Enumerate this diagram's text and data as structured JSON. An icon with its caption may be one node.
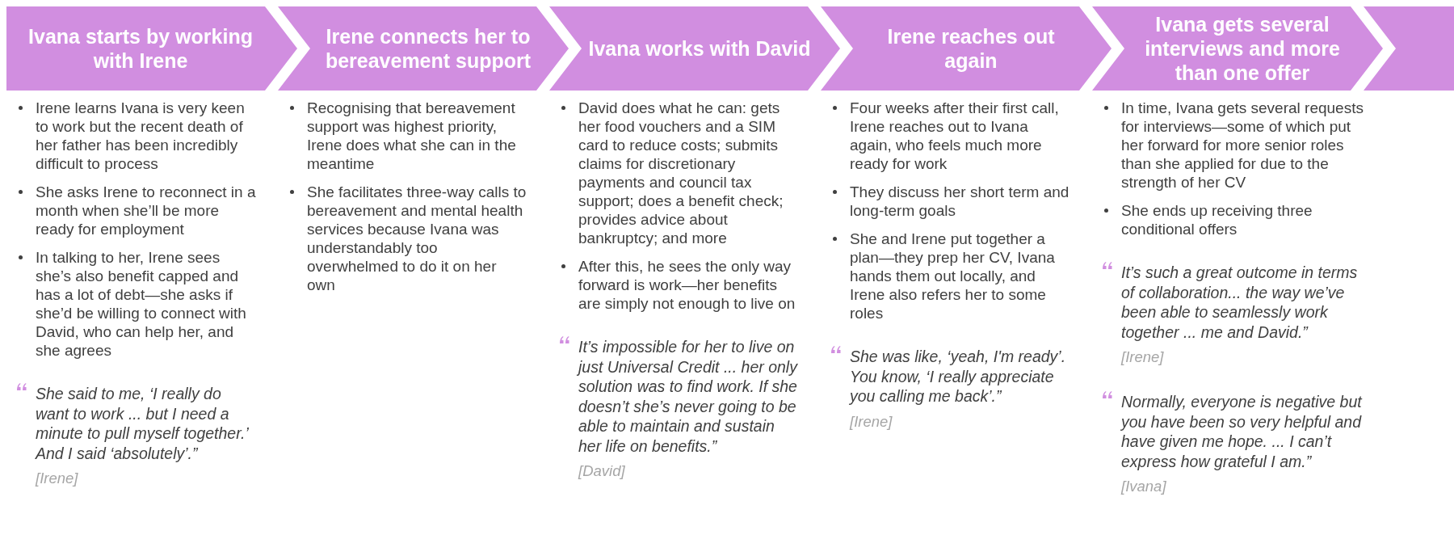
{
  "diagram": {
    "nodes": [
      {
        "text": [
          "Ivana starts by working with Irene"
        ]
      },
      {
        "text": [
          "Irene connects her to bereavement support"
        ]
      },
      {
        "text": [
          "Ivana works with David"
        ]
      },
      {
        "text": [
          "Irene reaches out again"
        ]
      },
      {
        "text": [
          "Ivana gets several interviews and more than one offer"
        ]
      },
      {
        "text": [],
        "shape": "chevron"
      }
    ],
    "labels": [
      "Irene learns Ivana is very keen to work but the recent death of her father has been incredibly difficult to process",
      "She asks Irene to reconnect in a month when she’ll be more ready for employment",
      "In talking to her, Irene sees she’s also benefit capped and has a lot of debt—she asks if she’d be willing to connect with David, who can help her, and she agrees",
      "She said to me, ‘I really do want to work ... but I need a minute to pull myself together.’ And I said ‘absolutely’.”",
      "[Irene]",
      "Recognising that bereavement support was highest priority, Irene does what she can in the meantime",
      "She facilitates three-way calls to bereavement and mental health services because Ivana was understandably too overwhelmed to do it on her own",
      "David does what he can: gets her food vouchers and a SIM card to reduce costs; submits claims for discretionary payments and council tax support; does a benefit check; provides advice about bankruptcy; and more",
      "After this, he sees the only way forward is work—her benefits are simply not enough to live on",
      "It’s impossible for her to live on just Universal Credit ... her only solution was to find work. If she doesn’t she’s never going to be able to maintain and sustain her life on benefits.”",
      "[David]",
      "Four weeks after their first call, Irene reaches out to Ivana again, who feels much more ready for work",
      "They discuss her short term and long-term goals",
      "She and Irene put together a plan—they prep her CV, Ivana hands them out locally, and Irene also refers her to some roles",
      "She was like, ‘yeah, I'm ready’. You know, ‘I really appreciate you calling me back’.”",
      "[Irene]",
      "In time, Ivana gets several requests for interviews—some of which put her forward for more senior roles than she applied for due to the strength of her CV",
      "She ends up receiving three conditional offers",
      "It’s such a great outcome in terms of collaboration... the way we’ve been able to seamlessly work together ... me and David.”",
      "[Irene]",
      "Normally, everyone is negative but you have been so very helpful and have given me hope. ... I can’t express how grateful I am.”",
      "[Ivana]"
    ]
  }
}
